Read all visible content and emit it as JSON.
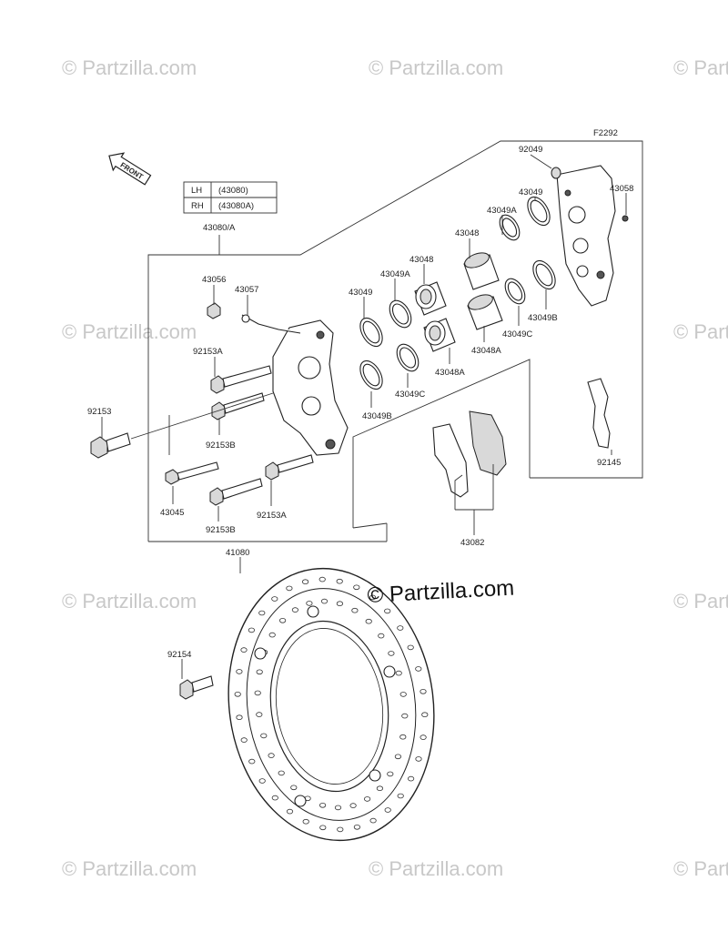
{
  "diagram_code": "F2292",
  "front_label": "FRONT",
  "table": [
    {
      "side": "LH",
      "part": "(43080)"
    },
    {
      "side": "RH",
      "part": "(43080A)"
    }
  ],
  "parts": {
    "p43080A": "43080/A",
    "p43056": "43056",
    "p43057": "43057",
    "p92153A_top": "92153A",
    "p92153": "92153",
    "p92153B_mid": "92153B",
    "p43045": "43045",
    "p92153B_bot": "92153B",
    "p92153A_bot": "92153A",
    "p43049_left": "43049",
    "p43049B_left": "43049B",
    "p43049A_left": "43049A",
    "p43049C_left": "43049C",
    "p43048": "43048",
    "p43048A_left": "43048A",
    "p43048_right": "43048",
    "p43048A_right": "43048A",
    "p43049A_right": "43049A",
    "p43049C_right": "43049C",
    "p43049_right": "43049",
    "p43049B_right": "43049B",
    "p92049": "92049",
    "p43058": "43058",
    "p92145": "92145",
    "p43082": "43082",
    "p41080": "41080",
    "p92154": "92154"
  },
  "brand": "© Partzilla.com",
  "watermark": "© Partzilla.com"
}
